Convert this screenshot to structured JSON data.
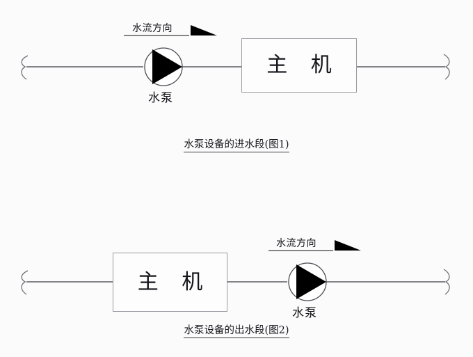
{
  "page": {
    "background": "#fbfbfb",
    "line_color": "#3c3c44",
    "box_border_color": "#9a9aa2",
    "symbol_fill": "#000000"
  },
  "diagrams": [
    {
      "id": "diagram-1",
      "caption": "水泵设备的进水段(图1)",
      "flow_label": "水流方向",
      "flow_direction": "right",
      "unit_label": "主 机",
      "pump_label": "水泵",
      "order": "pump-then-unit",
      "pipe": {
        "left_break": true,
        "right_break": true
      }
    },
    {
      "id": "diagram-2",
      "caption": "水泵设备的出水段(图2)",
      "flow_label": "水流方向",
      "flow_direction": "right",
      "unit_label": "主 机",
      "pump_label": "水泵",
      "order": "unit-then-pump",
      "pipe": {
        "left_break": true,
        "right_break": true
      }
    }
  ]
}
